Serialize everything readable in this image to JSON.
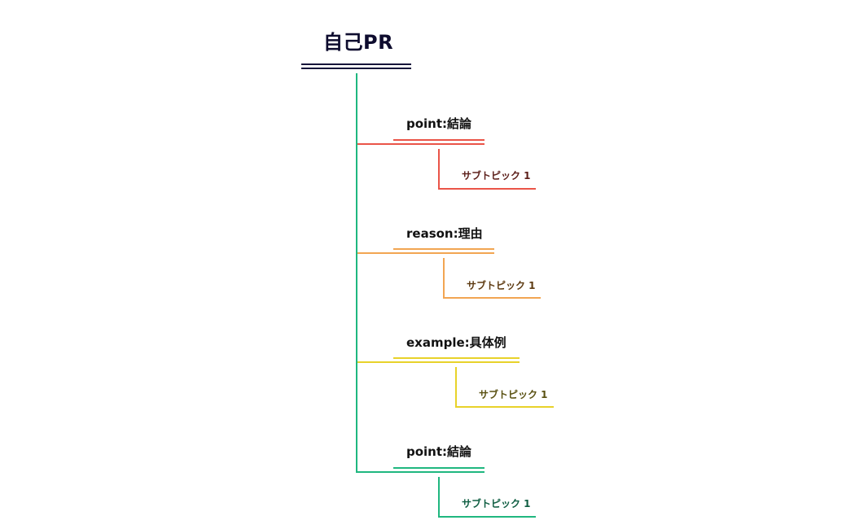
{
  "root": {
    "label": "自己PR",
    "text_color": "#0e0c2e",
    "line_color": "#15133a"
  },
  "trunk": {
    "color": "#1fb77f"
  },
  "branches": [
    {
      "label": "point:結論",
      "color": "#ea5448",
      "sub_color": "#5c1f1a",
      "subtopic": "サブトピック 1"
    },
    {
      "label": "reason:理由",
      "color": "#f2a552",
      "sub_color": "#5e3b12",
      "subtopic": "サブトピック 1"
    },
    {
      "label": "example:具体例",
      "color": "#e8d22a",
      "sub_color": "#5a5112",
      "subtopic": "サブトピック 1"
    },
    {
      "label": "point:結論",
      "color": "#1fb77f",
      "sub_color": "#0f5e42",
      "subtopic": "サブトピック 1"
    }
  ]
}
